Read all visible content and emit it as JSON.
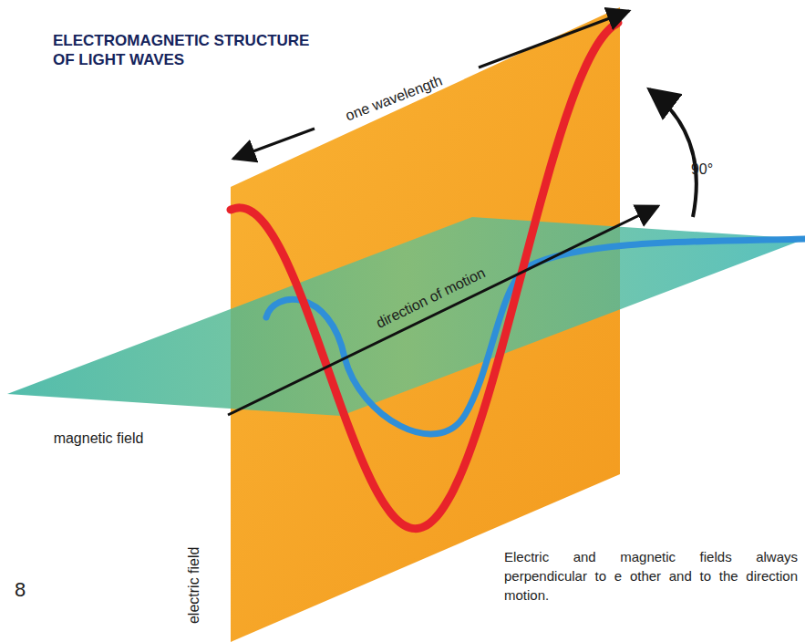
{
  "diagram": {
    "title": "ELECTROMAGNETIC STRUCTURE OF LIGHT WAVES",
    "caption": "Electric and magnetic fields always perpendicular to e other and to the direction motion.",
    "labels": [
      "one wavelength",
      "90°",
      "direction of motion",
      "magnetic field",
      "electric field",
      "8"
    ]
  }
}
